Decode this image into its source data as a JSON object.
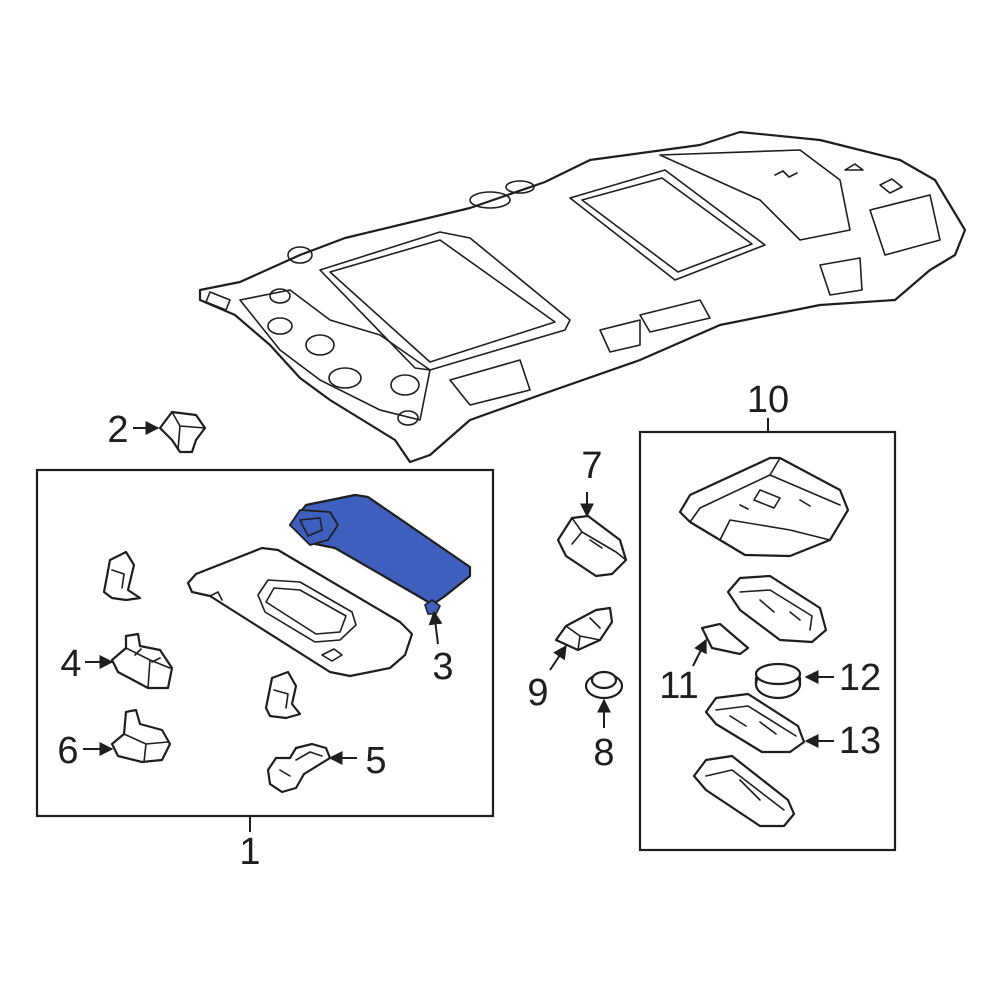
{
  "diagram": {
    "highlight_color": "#3f5fbf",
    "line_color": "#1e1e1e",
    "background": "#ffffff",
    "callouts": {
      "c1": "1",
      "c2": "2",
      "c3": "3",
      "c4": "4",
      "c5": "5",
      "c6": "6",
      "c7": "7",
      "c8": "8",
      "c9": "9",
      "c10": "10",
      "c11": "11",
      "c12": "12",
      "c13": "13"
    }
  }
}
